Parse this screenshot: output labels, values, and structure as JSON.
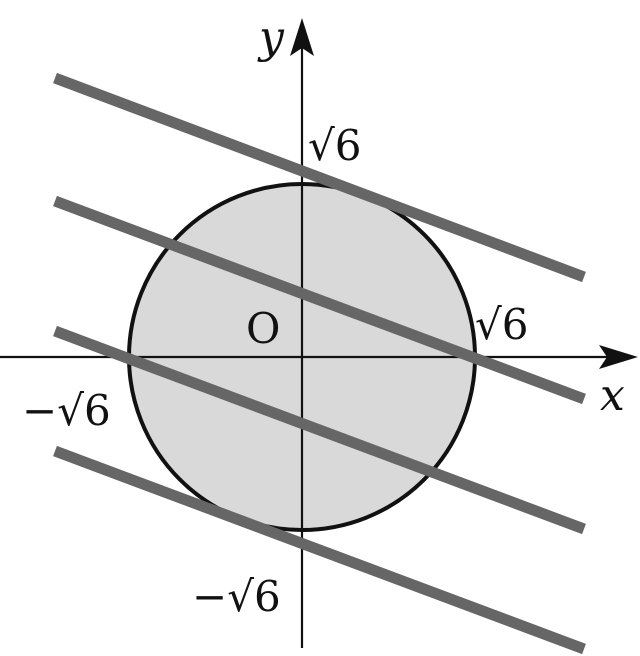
{
  "diagram": {
    "labels": {
      "y_axis": "y",
      "x_axis": "x",
      "origin": "O",
      "y_top": "√6",
      "x_right": "√6",
      "x_left": "−√6",
      "y_bottom": "−√6"
    },
    "colors": {
      "circle_fill": "#d9d9d9",
      "circle_stroke": "#111111",
      "line_color": "#666666",
      "axis_color": "#111111"
    }
  }
}
